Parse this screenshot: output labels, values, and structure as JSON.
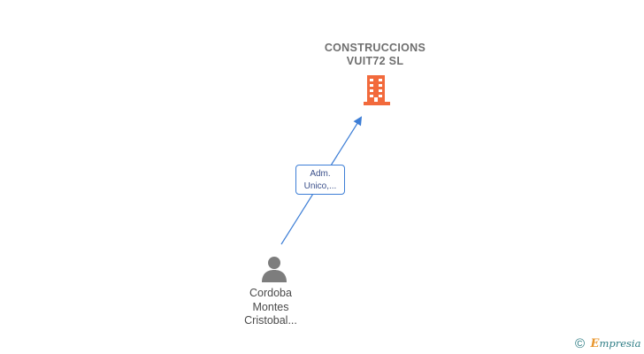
{
  "company": {
    "name_line1": "CONSTRUCCIONS",
    "name_line2": "VUIT72  SL",
    "icon": "building-icon",
    "icon_color": "#f26a3c"
  },
  "relation": {
    "label_line1": "Adm.",
    "label_line2": "Unico,...",
    "line_color": "#3d7ed6"
  },
  "person": {
    "name_line1": "Cordoba",
    "name_line2": "Montes",
    "name_line3": "Cristobal...",
    "icon": "person-icon",
    "icon_color": "#7d7d7d"
  },
  "brand": {
    "copyright_symbol": "©",
    "initial": "E",
    "rest": "mpresia"
  }
}
